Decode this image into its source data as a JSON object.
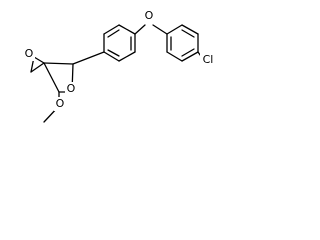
{
  "structure": {
    "atom_labels": {
      "epoxide_oxygen": "O",
      "ring_oxygen": "O",
      "methoxy_oxygen": "O",
      "ether_oxygen": "O",
      "chlorine": "Cl"
    },
    "line_color": "#000000",
    "background_color": "#ffffff"
  }
}
